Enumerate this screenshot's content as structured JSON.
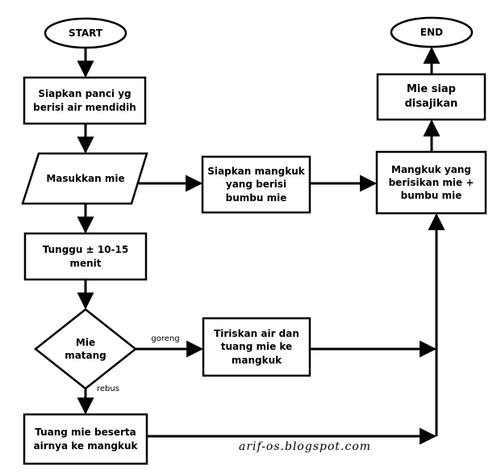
{
  "nodes": {
    "start": "START",
    "prepare_pot": "Siapkan panci yg berisi air mendidih",
    "add_noodles": "Masukkan mie",
    "wait": "Tunggu ± 10-15 menit",
    "decision": "Mie matang",
    "drain": "Tiriskan air dan tuang mie ke mangkuk",
    "pour_with_water": "Tuang mie beserta airnya ke mangkuk",
    "prepare_bowl": "Siapkan mangkuk yang berisi bumbu mie",
    "bowl_with_spices": "Mangkuk yang berisikan mie + bumbu mie",
    "ready": "Mie siap disajikan",
    "end": "END"
  },
  "edge_labels": {
    "goreng": "goreng",
    "rebus": "rebus"
  },
  "watermark": "arif-os.blogspot.com",
  "colors": {
    "stroke": "#000000",
    "fill": "#ffffff"
  }
}
